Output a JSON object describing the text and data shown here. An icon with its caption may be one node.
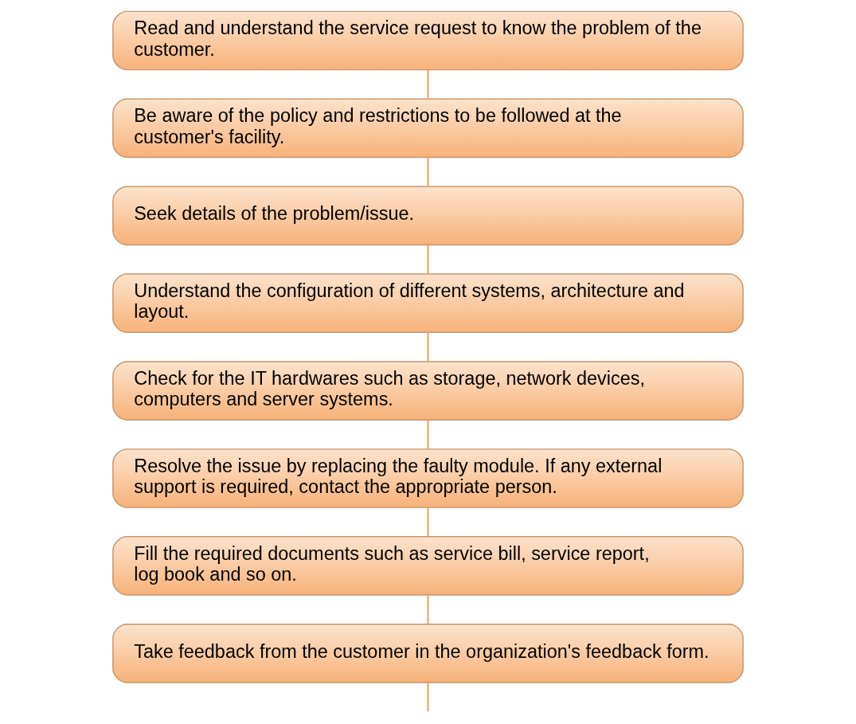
{
  "diagram": {
    "nodes": [
      {
        "text": [
          "Read and understand the service request to know the problem of the customer."
        ]
      },
      {
        "text": [
          "Be aware of the policy and restrictions to be followed at the customer's facility."
        ]
      },
      {
        "text": [
          "Seek details of the problem/issue."
        ]
      },
      {
        "text": [
          "Understand the configuration of different systems, architecture and layout."
        ]
      },
      {
        "text": [
          "Check for the IT hardwares such as storage, network devices, computers and server systems."
        ]
      },
      {
        "text": [
          "Resolve the issue by replacing the faulty module. If any external support is required, contact the appropriate person."
        ]
      },
      {
        "text": [
          "Fill the required documents such as service bill, service report, log book and so on."
        ]
      },
      {
        "text": [
          "Take feedback from the customer in the organization's feedback form."
        ]
      }
    ],
    "edges": [
      {
        "from": 0,
        "to": 1,
        "arrow": "none"
      },
      {
        "from": 1,
        "to": 2,
        "arrow": "none"
      },
      {
        "from": 2,
        "to": 3,
        "arrow": "none"
      },
      {
        "from": 3,
        "to": 4,
        "arrow": "none"
      },
      {
        "from": 4,
        "to": 5,
        "arrow": "none"
      },
      {
        "from": 5,
        "to": 6,
        "arrow": "none"
      },
      {
        "from": 6,
        "to": 7,
        "arrow": "none"
      },
      {
        "from": 7,
        "to": null,
        "arrow": "none"
      }
    ]
  }
}
